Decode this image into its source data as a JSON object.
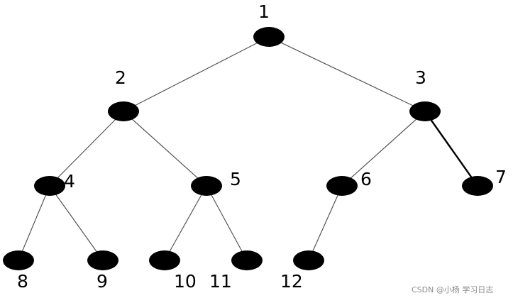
{
  "diagram": {
    "type": "binary-tree",
    "node_color": "#000000",
    "edge_color": "#555555",
    "nodes": [
      {
        "id": 1,
        "label": "1"
      },
      {
        "id": 2,
        "label": "2"
      },
      {
        "id": 3,
        "label": "3"
      },
      {
        "id": 4,
        "label": "4"
      },
      {
        "id": 5,
        "label": "5"
      },
      {
        "id": 6,
        "label": "6"
      },
      {
        "id": 7,
        "label": "7"
      },
      {
        "id": 8,
        "label": "8"
      },
      {
        "id": 9,
        "label": "9"
      },
      {
        "id": 10,
        "label": "10"
      },
      {
        "id": 11,
        "label": "11"
      },
      {
        "id": 12,
        "label": "12"
      }
    ],
    "edges": [
      {
        "from": 1,
        "to": 2
      },
      {
        "from": 1,
        "to": 3
      },
      {
        "from": 2,
        "to": 4
      },
      {
        "from": 2,
        "to": 5
      },
      {
        "from": 3,
        "to": 6
      },
      {
        "from": 3,
        "to": 7
      },
      {
        "from": 4,
        "to": 8
      },
      {
        "from": 4,
        "to": 9
      },
      {
        "from": 5,
        "to": 10
      },
      {
        "from": 5,
        "to": 11
      },
      {
        "from": 6,
        "to": 12
      }
    ]
  },
  "watermark": {
    "text": "CSDN @小杨 学习日志"
  }
}
